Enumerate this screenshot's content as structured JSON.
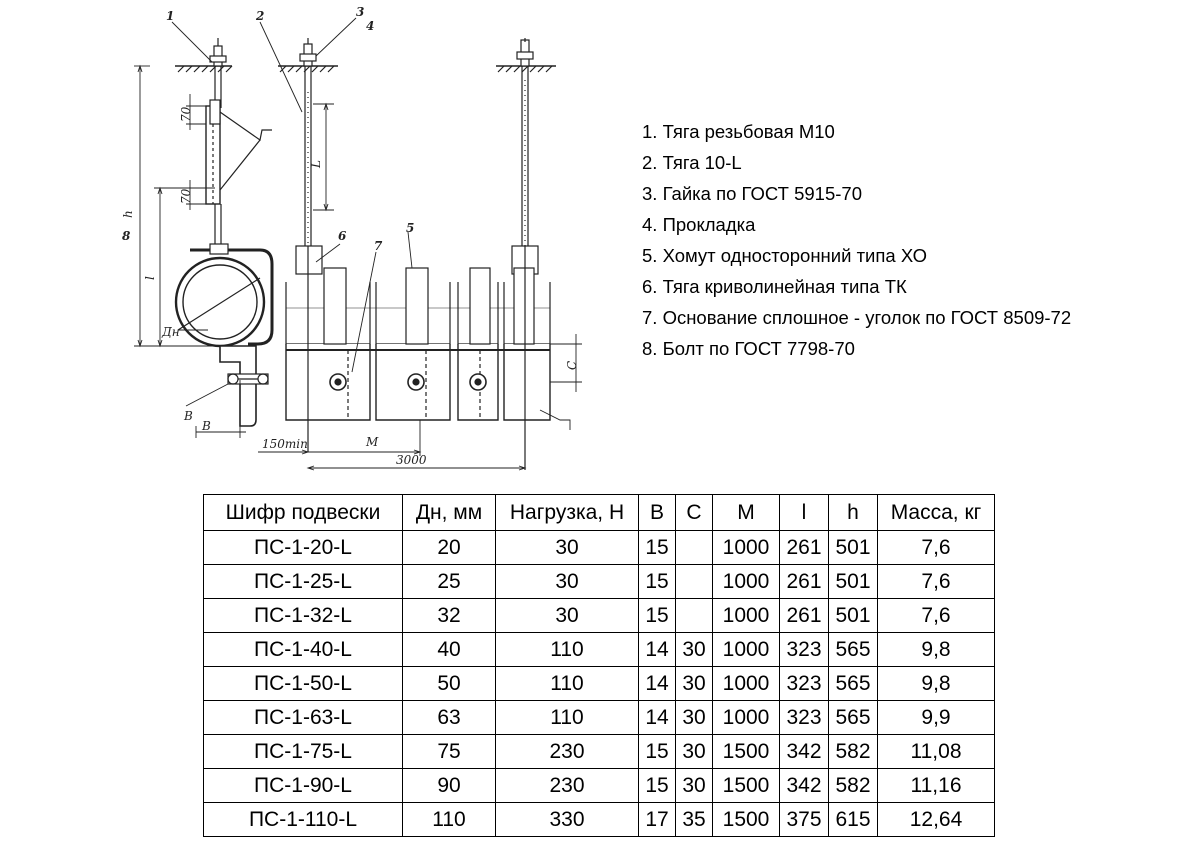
{
  "drawing": {
    "callouts": [
      "1",
      "2",
      "3",
      "4",
      "5",
      "6",
      "7",
      "8"
    ],
    "dims": {
      "h": "h",
      "l": "l",
      "L": "L",
      "seg70_top": "70",
      "seg70_bot": "70",
      "dn": "Дн",
      "c": "C",
      "b_mark": "B",
      "b_dim": "B",
      "min150": "150min",
      "m": "M",
      "d3000": "3000"
    }
  },
  "legend": {
    "items": [
      "1. Тяга резьбовая М10",
      "2. Тяга 10-L",
      "3. Гайка по ГОСТ 5915-70",
      "4. Прокладка",
      "5. Хомут односторонний типа ХО",
      "6. Тяга криволинейная типа ТК",
      "7. Основание сплошное - уголок по ГОСТ 8509-72",
      "8. Болт по ГОСТ 7798-70"
    ]
  },
  "table": {
    "headers": [
      "Шифр подвески",
      "Дн, мм",
      "Нагрузка, Н",
      "В",
      "С",
      "М",
      "l",
      "h",
      "Масса, кг"
    ],
    "rows": [
      [
        "ПС-1-20-L",
        "20",
        "30",
        "15",
        "",
        "1000",
        "261",
        "501",
        "7,6"
      ],
      [
        "ПС-1-25-L",
        "25",
        "30",
        "15",
        "",
        "1000",
        "261",
        "501",
        "7,6"
      ],
      [
        "ПС-1-32-L",
        "32",
        "30",
        "15",
        "",
        "1000",
        "261",
        "501",
        "7,6"
      ],
      [
        "ПС-1-40-L",
        "40",
        "110",
        "14",
        "30",
        "1000",
        "323",
        "565",
        "9,8"
      ],
      [
        "ПС-1-50-L",
        "50",
        "110",
        "14",
        "30",
        "1000",
        "323",
        "565",
        "9,8"
      ],
      [
        "ПС-1-63-L",
        "63",
        "110",
        "14",
        "30",
        "1000",
        "323",
        "565",
        "9,9"
      ],
      [
        "ПС-1-75-L",
        "75",
        "230",
        "15",
        "30",
        "1500",
        "342",
        "582",
        "11,08"
      ],
      [
        "ПС-1-90-L",
        "90",
        "230",
        "15",
        "30",
        "1500",
        "342",
        "582",
        "11,16"
      ],
      [
        "ПС-1-110-L",
        "110",
        "330",
        "17",
        "35",
        "1500",
        "375",
        "615",
        "12,64"
      ]
    ]
  }
}
